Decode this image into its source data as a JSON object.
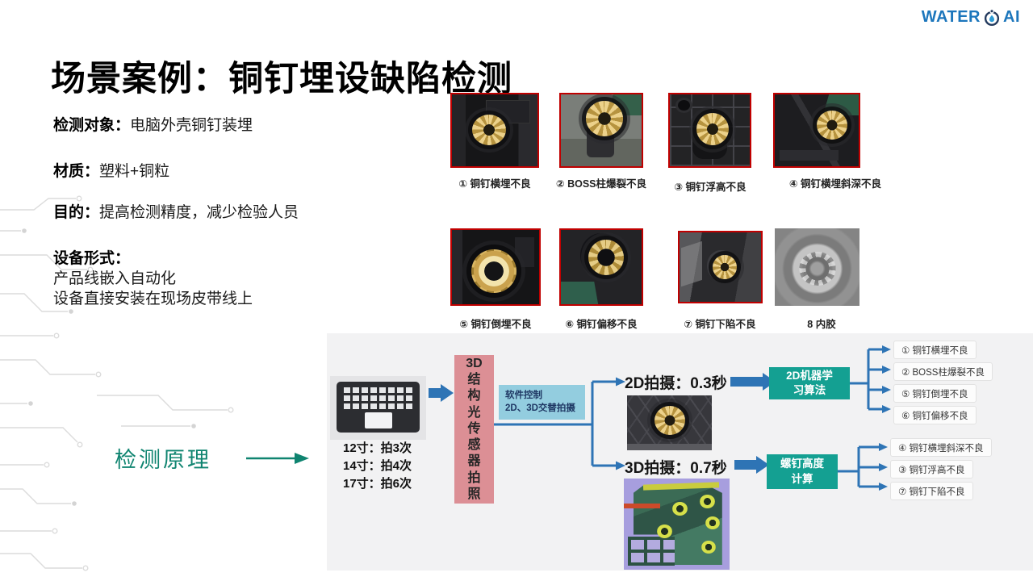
{
  "logo": {
    "brand_left": "WATER",
    "brand_right": "AI",
    "icon": "water-drop-icon"
  },
  "title": "场景案例：铜钉埋设缺陷检测",
  "info": {
    "rows": [
      {
        "label": "检测对象：",
        "value": "电脑外壳铜钉装埋"
      },
      {
        "label": "材质：",
        "value": "塑料+铜粒"
      },
      {
        "label": "目的：",
        "value": "提高检测精度，减少检验人员"
      },
      {
        "label": "设备形式：",
        "value": ""
      }
    ],
    "device_lines": [
      "产品线嵌入自动化",
      "设备直接安装在现场皮带线上"
    ]
  },
  "defects": {
    "captions_row1": [
      "① 铜钉横埋不良",
      "② BOSS柱爆裂不良",
      "③ 铜钉浮高不良",
      "④ 铜钉横埋斜深不良"
    ],
    "captions_row2": [
      "⑤ 铜钉倒埋不良",
      "⑥ 铜钉偏移不良",
      "⑦ 铜钉下陷不良",
      "8 内胶"
    ]
  },
  "flow": {
    "principle_label": "检测原理",
    "laptop_caption_lines": [
      "12寸：拍3次",
      "14寸：拍4次",
      "17寸：拍6次"
    ],
    "sensor_box_text": "3D结构光传感器拍照",
    "sensor_box_lines": [
      "3D",
      "结",
      "构",
      "光",
      "传",
      "感",
      "器",
      "拍",
      "照"
    ],
    "software_box_lines": [
      "软件控制",
      "2D、3D交替拍摄"
    ],
    "capture_2d_label": "2D拍摄：0.3秒",
    "capture_3d_label": "3D拍摄：0.7秒",
    "algo_2d_lines": [
      "2D机器学",
      "习算法"
    ],
    "algo_3d_lines": [
      "螺钉高度",
      "计算"
    ],
    "outputs_2d": [
      "① 铜钉横埋不良",
      "② BOSS柱爆裂不良",
      "⑤ 铜钉倒埋不良",
      "⑥ 铜钉偏移不良"
    ],
    "outputs_3d": [
      "④ 铜钉横埋斜深不良",
      "③ 铜钉浮高不良",
      "⑦ 铜钉下陷不良"
    ]
  },
  "colors": {
    "connector_blue": "#2E74B5",
    "sensor_pink": "#DC8F95",
    "software_blue": "#93CDDF",
    "algo_teal": "#14A092",
    "photo_border_red": "#C00000",
    "principle_teal": "#0F8470",
    "logo_blue": "#1C76BC",
    "panel_gray": "#F2F2F3"
  }
}
